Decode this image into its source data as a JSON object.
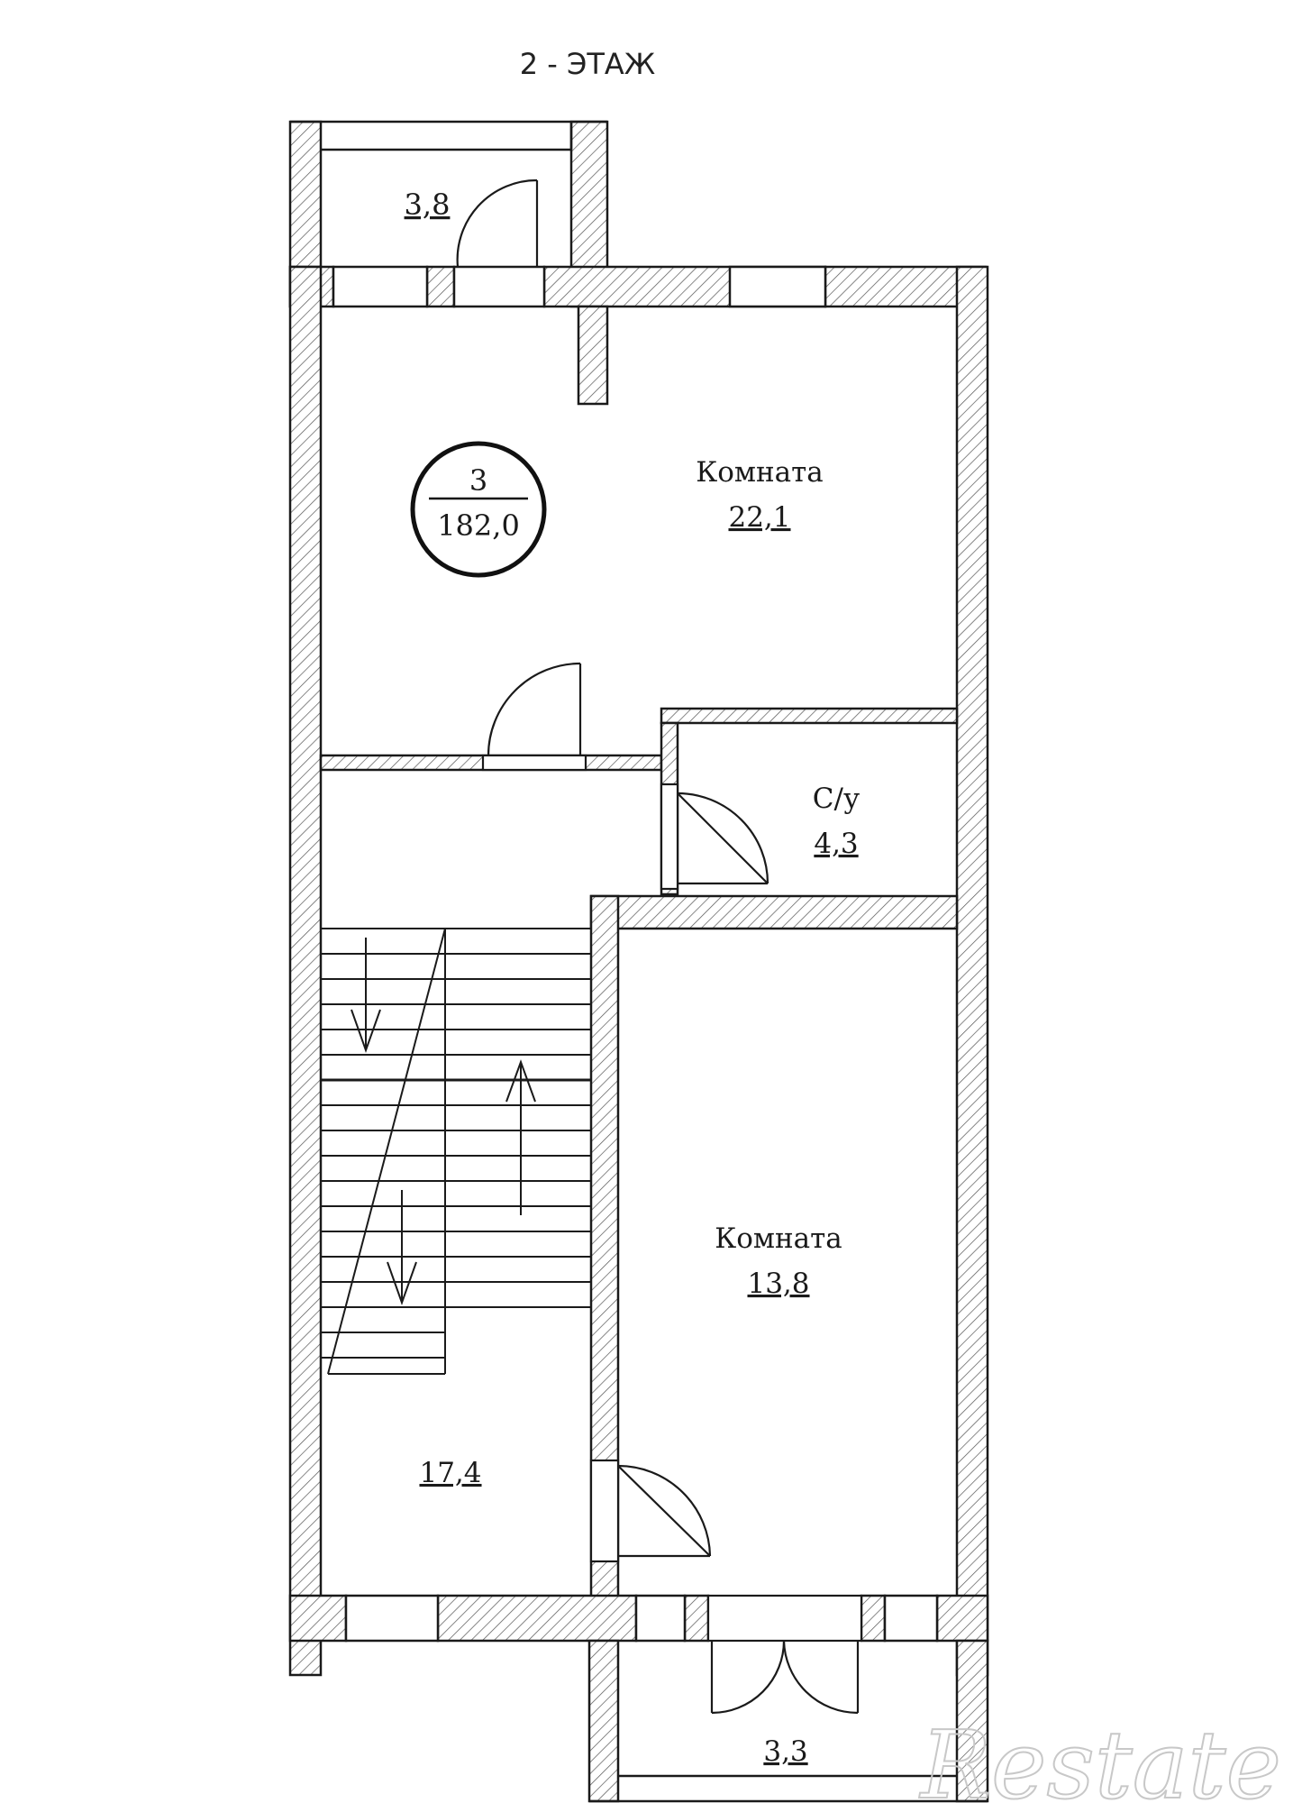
{
  "floor_title": "2 - ЭТАЖ",
  "apartment": {
    "number": "3",
    "total_area": "182,0"
  },
  "rooms": {
    "balcony_top": {
      "area": "3,8"
    },
    "room_large": {
      "name": "Комната",
      "area": "22,1"
    },
    "bathroom": {
      "name": "С/у",
      "area": "4,3"
    },
    "room_small": {
      "name": "Комната",
      "area": "13,8"
    },
    "stair_hall": {
      "area": "17,4"
    },
    "balcony_bottom": {
      "area": "3,3"
    }
  },
  "watermark": "Restate",
  "colors": {
    "line": "#1a1a1a",
    "hatch": "#555555",
    "watermark": "#c8c8c8"
  }
}
